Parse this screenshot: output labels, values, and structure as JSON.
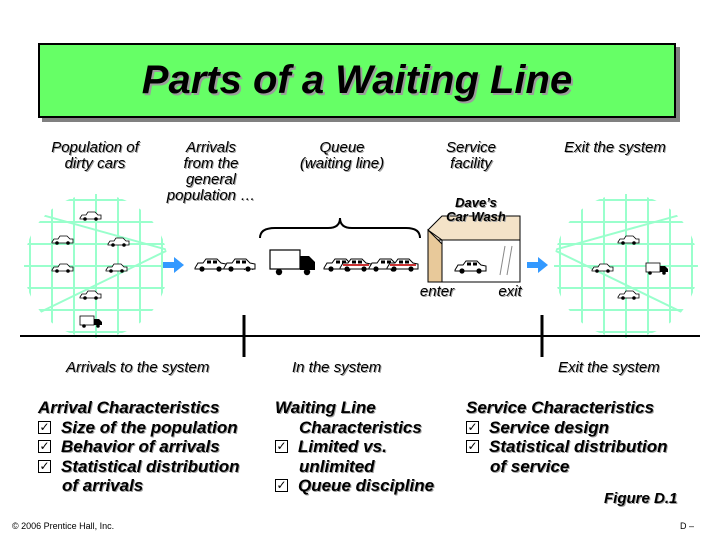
{
  "title": "Parts of a Waiting Line",
  "top_labels": {
    "population": "Population of\ndirty cars",
    "arrivals": "Arrivals\nfrom the\ngeneral\npopulation …",
    "queue": "Queue\n(waiting line)",
    "service": "Service\nfacility",
    "exit": "Exit the system"
  },
  "facility_name": "Dave’s\nCar Wash",
  "enter_label": "enter",
  "exit_label": "exit",
  "sections": {
    "arrivals": "Arrivals to the system",
    "in_system": "In the system",
    "exit": "Exit the system"
  },
  "arrival_characteristics": {
    "heading": "Arrival Characteristics",
    "items": [
      [
        "Size of the population"
      ],
      [
        "Behavior of arrivals"
      ],
      [
        "Statistical distribution",
        "of arrivals"
      ]
    ]
  },
  "waiting_line": {
    "heading": "Waiting Line",
    "heading_cont": "Characteristics",
    "items": [
      [
        "Limited vs.",
        "unlimited"
      ],
      [
        "Queue discipline"
      ]
    ]
  },
  "service_characteristics": {
    "heading": "Service Characteristics",
    "items": [
      [
        "Service design"
      ],
      [
        "Statistical distribution",
        "of service"
      ]
    ]
  },
  "figure_label": "Figure D.1",
  "footer_left": "© 2006 Prentice Hall, Inc.",
  "footer_right": "D –",
  "colors": {
    "title_bg": "#66ff66",
    "grid": "#99ffcc",
    "arrow": "#3399ff"
  }
}
